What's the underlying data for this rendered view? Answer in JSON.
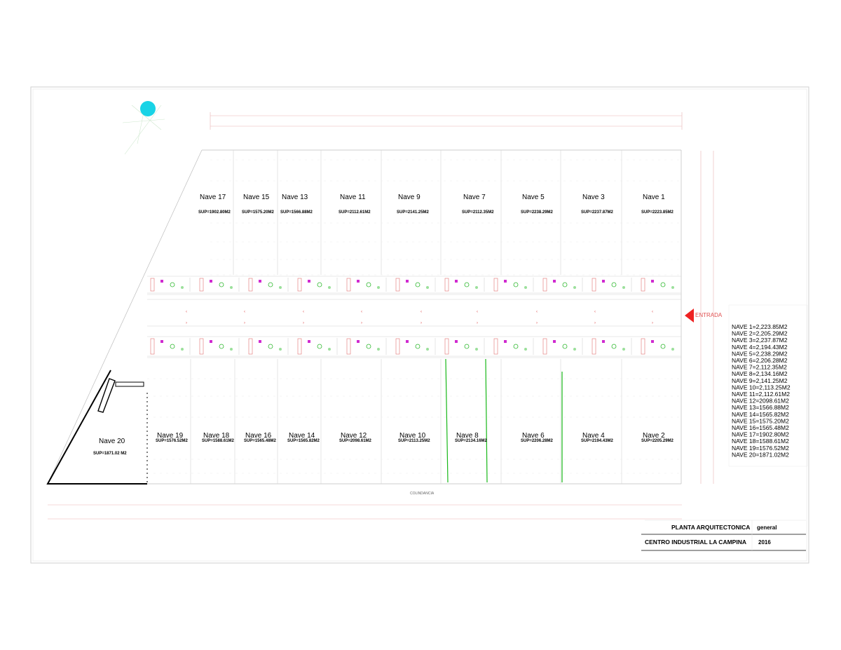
{
  "title_block": {
    "line1": "PLANTA ARQUITECTONICA",
    "line1_suffix": "general",
    "line2": "CENTRO INDUSTRIAL LA CAMPINA",
    "year": "2016"
  },
  "entrance_label": "ENTRADA",
  "street_label": "COLINDANCIA",
  "naves_top": [
    {
      "name": "Nave 17",
      "sup": "SUP=1902.80M2"
    },
    {
      "name": "Nave 15",
      "sup": "SUP=1575.20M2"
    },
    {
      "name": "Nave 13",
      "sup": "SUP=1566.88M2"
    },
    {
      "name": "Nave 11",
      "sup": "SUP=2112.61M2"
    },
    {
      "name": "Nave 9",
      "sup": "SUP=2141.25M2"
    },
    {
      "name": "Nave 7",
      "sup": "SUP=2112.35M2"
    },
    {
      "name": "Nave 5",
      "sup": "SUP=2238.29M2"
    },
    {
      "name": "Nave 3",
      "sup": "SUP=2237.87M2"
    },
    {
      "name": "Nave 1",
      "sup": "SUP=2223.85M2"
    }
  ],
  "naves_bottom": [
    {
      "name": "Nave 19",
      "sup": "SUP=1576.52M2"
    },
    {
      "name": "Nave 18",
      "sup": "SUP=1588.61M2"
    },
    {
      "name": "Nave 16",
      "sup": "SUP=1565.48M2"
    },
    {
      "name": "Nave 14",
      "sup": "SUP=1565.82M2"
    },
    {
      "name": "Nave 12",
      "sup": "SUP=2098.61M2"
    },
    {
      "name": "Nave 10",
      "sup": "SUP=2113.25M2"
    },
    {
      "name": "Nave 8",
      "sup": "SUP=2134.16M2"
    },
    {
      "name": "Nave 6",
      "sup": "SUP=2206.28M2"
    },
    {
      "name": "Nave 4",
      "sup": "SUP=2194.43M2"
    },
    {
      "name": "Nave 2",
      "sup": "SUP=2205.29M2"
    }
  ],
  "nave_20": {
    "name": "Nave 20",
    "sup": "SUP=1871.02 M2"
  },
  "legend": [
    "NAVE  1=2,223.85M2",
    "NAVE  2=2,205.29M2",
    "NAVE  3=2,237.87M2",
    "NAVE  4=2,194.43M2",
    "NAVE  5=2,238.29M2",
    "NAVE  6=2,206.28M2",
    "NAVE  7=2,112.35M2",
    "NAVE  8=2,134.16M2",
    "NAVE  9=2,141.25M2",
    "NAVE  10=2,113.25M2",
    "NAVE  11=2,112.61M2",
    "NAVE  12=2098.61M2",
    "NAVE  13=1566.88M2",
    "NAVE  14=1565.82M2",
    "NAVE  15=1575.20M2",
    "NAVE  16=1565.48M2",
    "NAVE  17=1902.80M2",
    "NAVE  18=1588.61M2",
    "NAVE  19=1576.52M2",
    "NAVE  20=1871.02M2"
  ],
  "colors": {
    "north_marker": "#19d3e6",
    "entrance_arrow": "#ee2222",
    "trees": "#2db82d",
    "cars": "#e07070",
    "accent_magenta": "#d02ad0",
    "green_lines": "#18b818"
  }
}
